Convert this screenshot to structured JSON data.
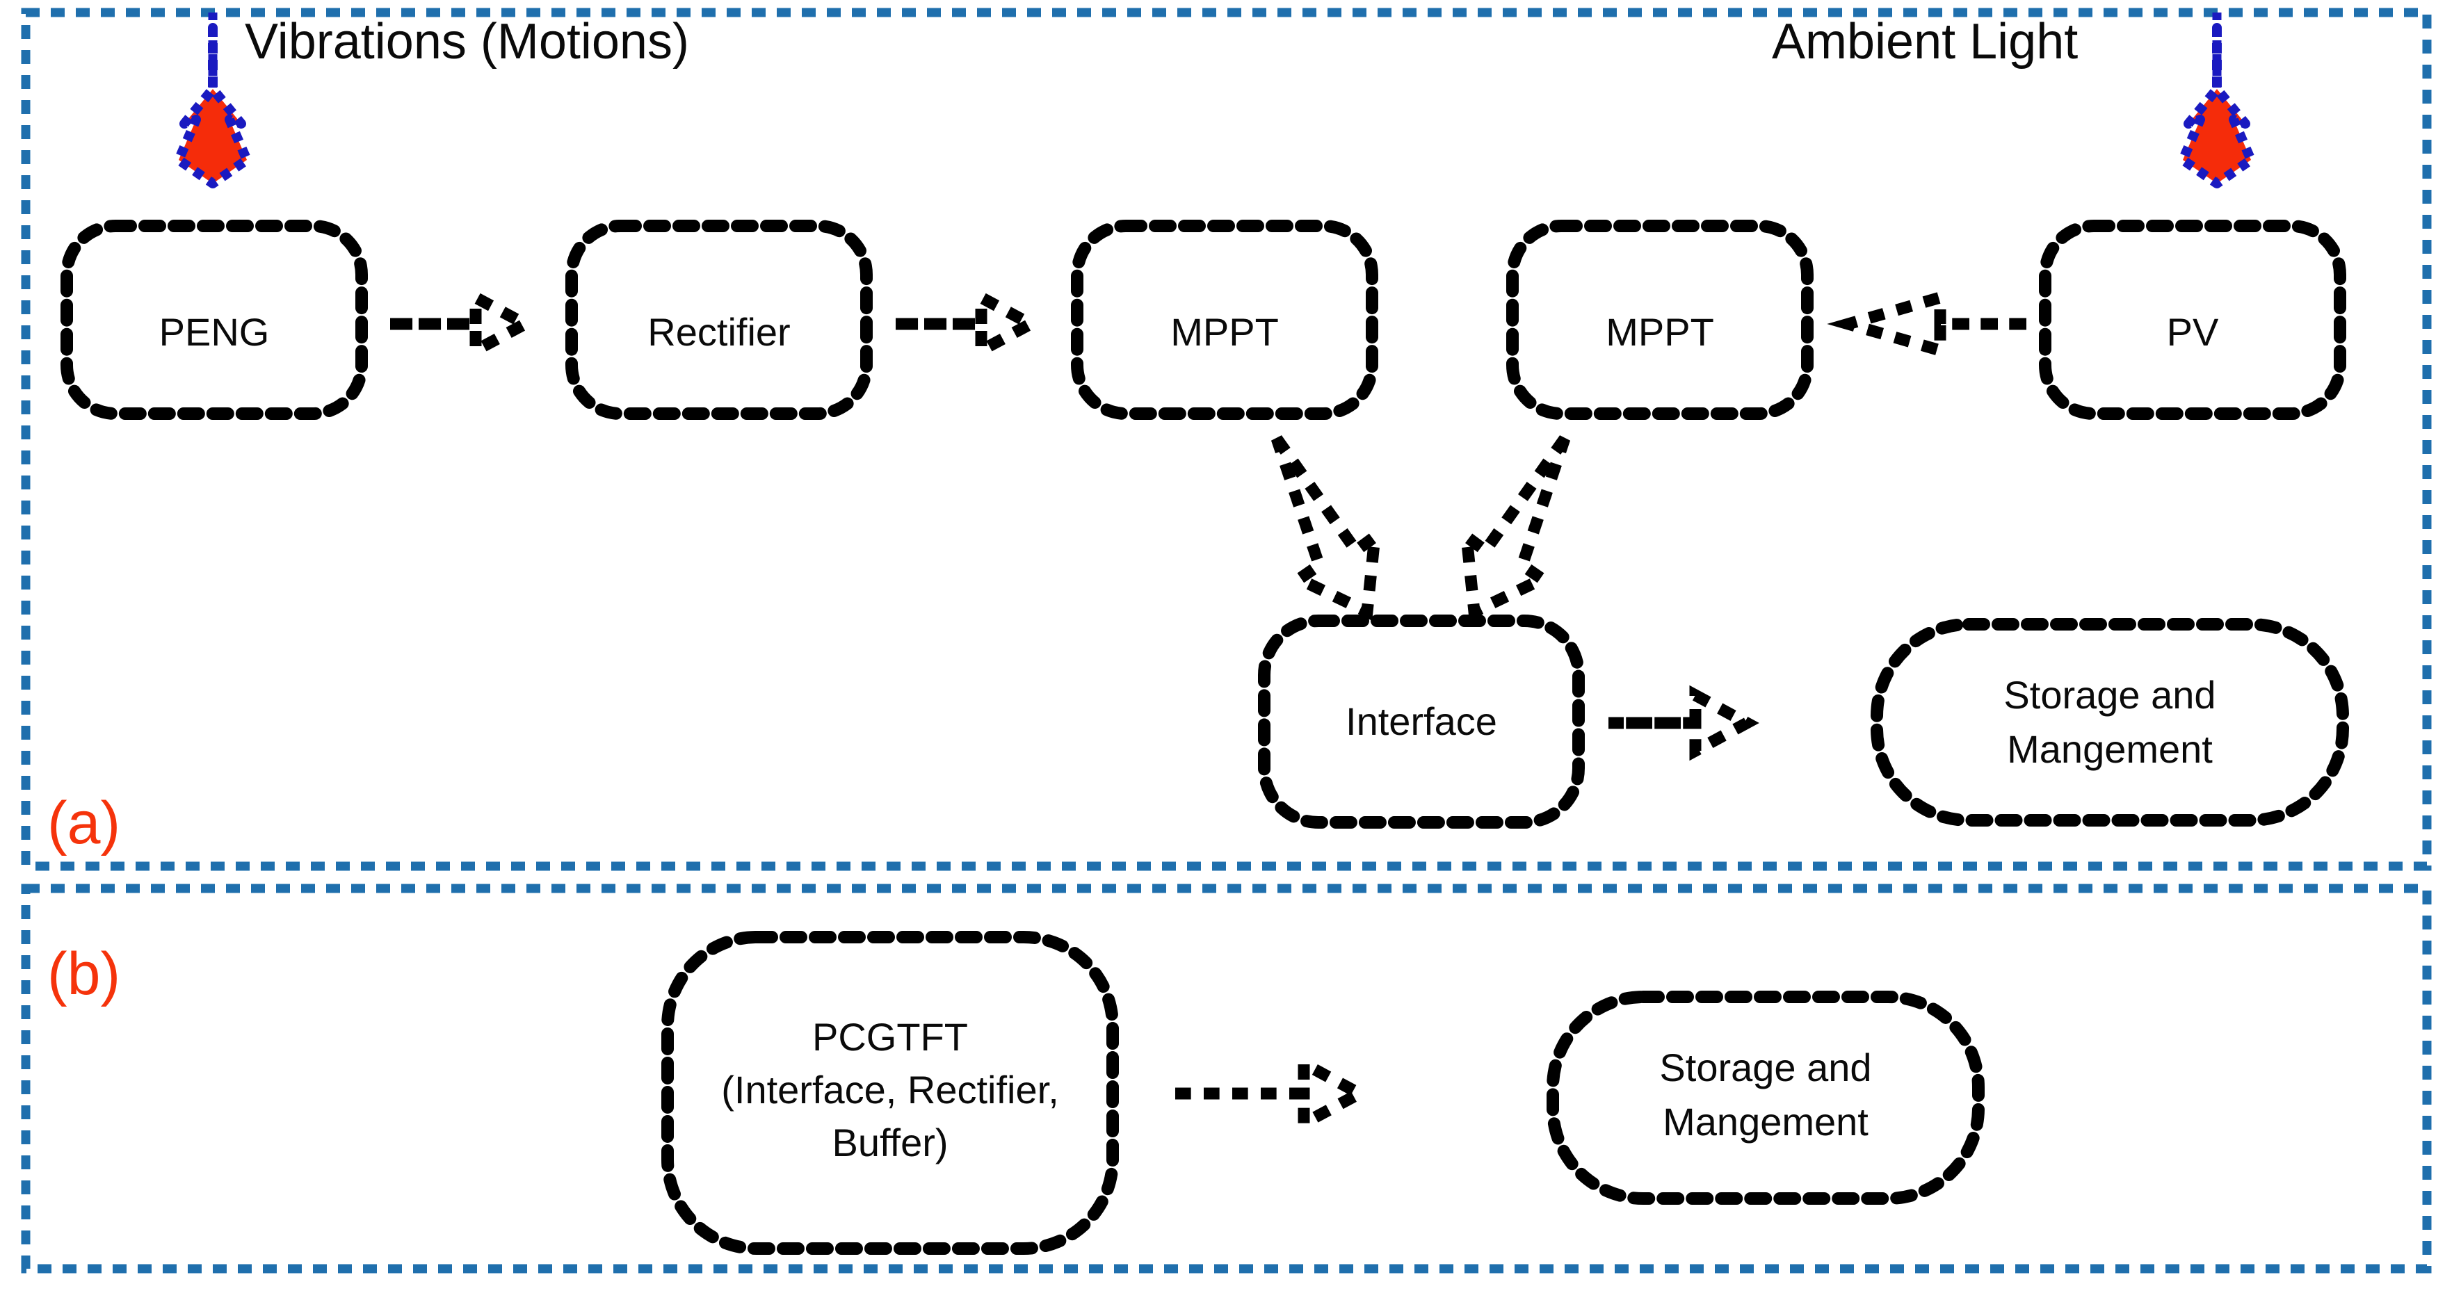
{
  "figure": {
    "background_color": "#ffffff",
    "panel_border_color": "#1f6fad",
    "panel_tag_color": "#f5330b",
    "node_stroke_color": "#000000",
    "arrow_fill_color": "#f52c0a",
    "arrow_outline_color": "#1a1ac0"
  },
  "panels": [
    {
      "tag": "(a)",
      "sources": [
        {
          "label": "Vibrations (Motions)",
          "icon": "down-arrow-icon"
        },
        {
          "label": "Ambient Light",
          "icon": "down-arrow-icon"
        }
      ],
      "nodes": [
        {
          "id": "peng",
          "label": "PENG"
        },
        {
          "id": "rectifier",
          "label": "Rectifier"
        },
        {
          "id": "mppt1",
          "label": "MPPT"
        },
        {
          "id": "mppt2",
          "label": "MPPT"
        },
        {
          "id": "pv",
          "label": "PV"
        },
        {
          "id": "interface",
          "label": "Interface"
        },
        {
          "id": "storage",
          "label_line1": "Storage and",
          "label_line2": "Mangement"
        }
      ],
      "edges": [
        {
          "from": "peng",
          "to": "rectifier",
          "direction": "right"
        },
        {
          "from": "rectifier",
          "to": "mppt1",
          "direction": "right"
        },
        {
          "from": "pv",
          "to": "mppt2",
          "direction": "left"
        },
        {
          "from": "mppt1",
          "to": "interface",
          "direction": "down-right"
        },
        {
          "from": "mppt2",
          "to": "interface",
          "direction": "down-left"
        },
        {
          "from": "interface",
          "to": "storage",
          "direction": "right"
        }
      ]
    },
    {
      "tag": "(b)",
      "sources": [],
      "nodes": [
        {
          "id": "pcgtft",
          "label_line1": "PCGTFT",
          "label_line2": "(Interface, Rectifier,",
          "label_line3": "Buffer)"
        },
        {
          "id": "storage2",
          "label_line1": "Storage and",
          "label_line2": "Mangement"
        }
      ],
      "edges": [
        {
          "from": "pcgtft",
          "to": "storage2",
          "direction": "right"
        }
      ]
    }
  ]
}
